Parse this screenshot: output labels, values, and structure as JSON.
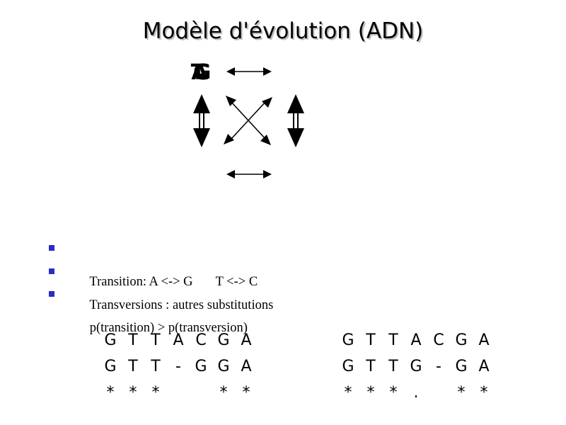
{
  "title": "Modèle d'évolution (ADN)",
  "diagram": {
    "bases": {
      "top_left": [
        "A",
        "G"
      ],
      "top_left_overlay": [
        "T",
        "C"
      ]
    },
    "colors": {
      "arrows": "#000000",
      "bullet": "#2b2bc8",
      "title_shadow": "#b8b8b8"
    }
  },
  "bullets": [
    "Transition: A <-> G       T <-> C",
    "Transversions : autres substitutions",
    "p(transition) > p(transversion)"
  ],
  "alignments": [
    {
      "seq1": [
        "G",
        "T",
        "T",
        "A",
        "C",
        "G",
        "A"
      ],
      "seq2": [
        "G",
        "T",
        "T",
        "-",
        "G",
        "G",
        "A"
      ],
      "match": [
        "*",
        "*",
        "*",
        "",
        "",
        "*",
        "*"
      ]
    },
    {
      "seq1": [
        "G",
        "T",
        "T",
        "A",
        "C",
        "G",
        "A"
      ],
      "seq2": [
        "G",
        "T",
        "T",
        "G",
        "-",
        "G",
        "A"
      ],
      "match": [
        "*",
        "*",
        "*",
        ".",
        "",
        "*",
        "*"
      ]
    }
  ]
}
